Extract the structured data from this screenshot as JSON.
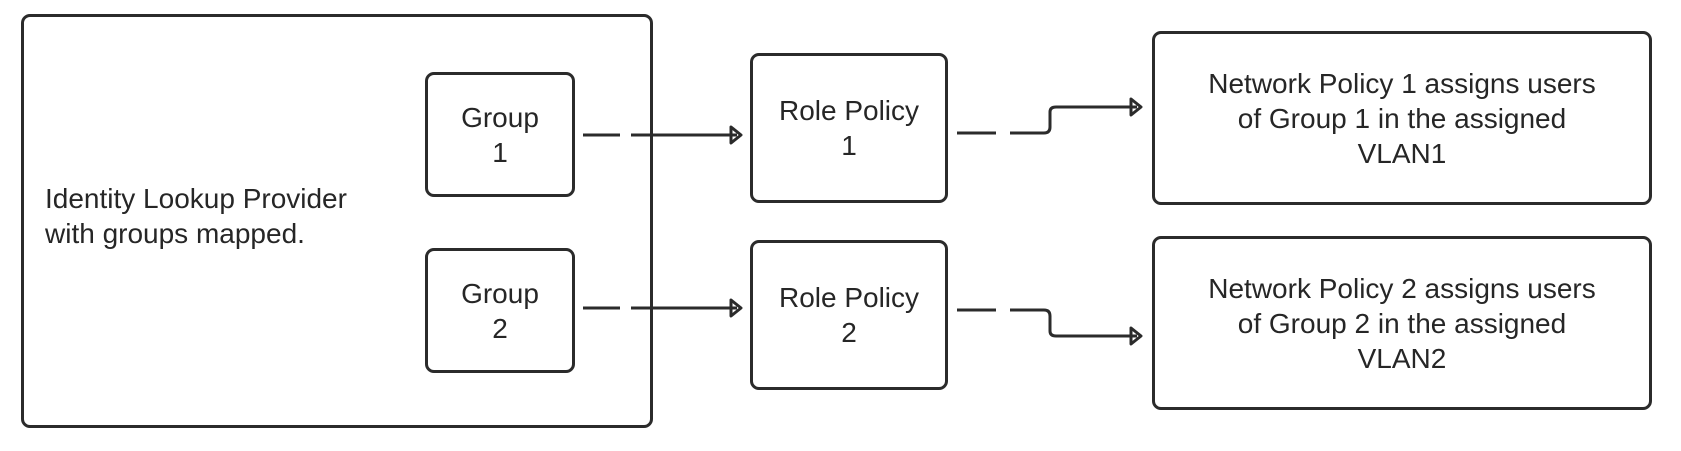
{
  "identity_provider": {
    "label": "Identity Lookup Provider\nwith groups mapped."
  },
  "groups": [
    {
      "label": "Group\n1"
    },
    {
      "label": "Group\n2"
    }
  ],
  "role_policies": [
    {
      "label": "Role Policy\n1"
    },
    {
      "label": "Role Policy\n2"
    }
  ],
  "network_policies": [
    {
      "label": "Network Policy 1 assigns users\nof Group 1 in the assigned\nVLAN1"
    },
    {
      "label": "Network Policy 2 assigns users\nof Group 2 in the assigned\nVLAN2"
    }
  ],
  "colors": {
    "stroke": "#2b2b2b",
    "text": "#262626",
    "background": "#ffffff"
  }
}
